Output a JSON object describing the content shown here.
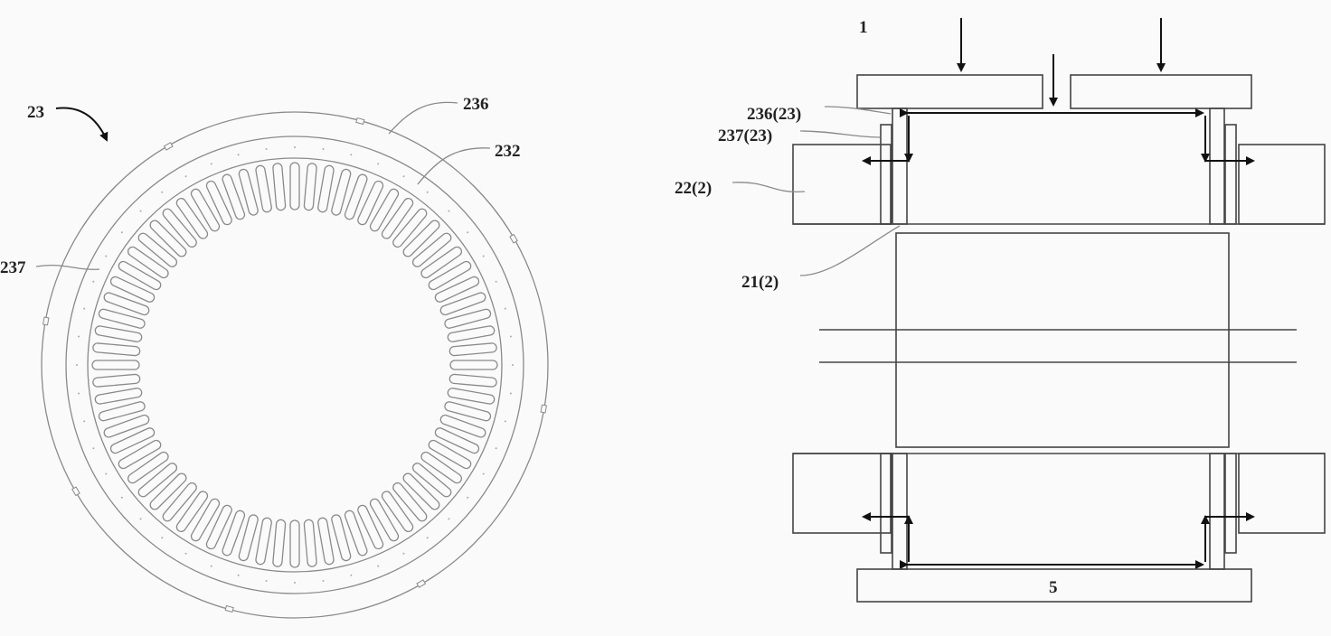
{
  "figure_left": {
    "labels": {
      "part": "23",
      "outer_ring": "236",
      "core": "232",
      "inner_ring": "237"
    }
  },
  "figure_right": {
    "labels": {
      "assembly": "1",
      "outer_ring": "236(23)",
      "inner_ring": "237(23)",
      "housing": "22(2)",
      "core": "21(2)",
      "bottom_plate": "5"
    }
  }
}
